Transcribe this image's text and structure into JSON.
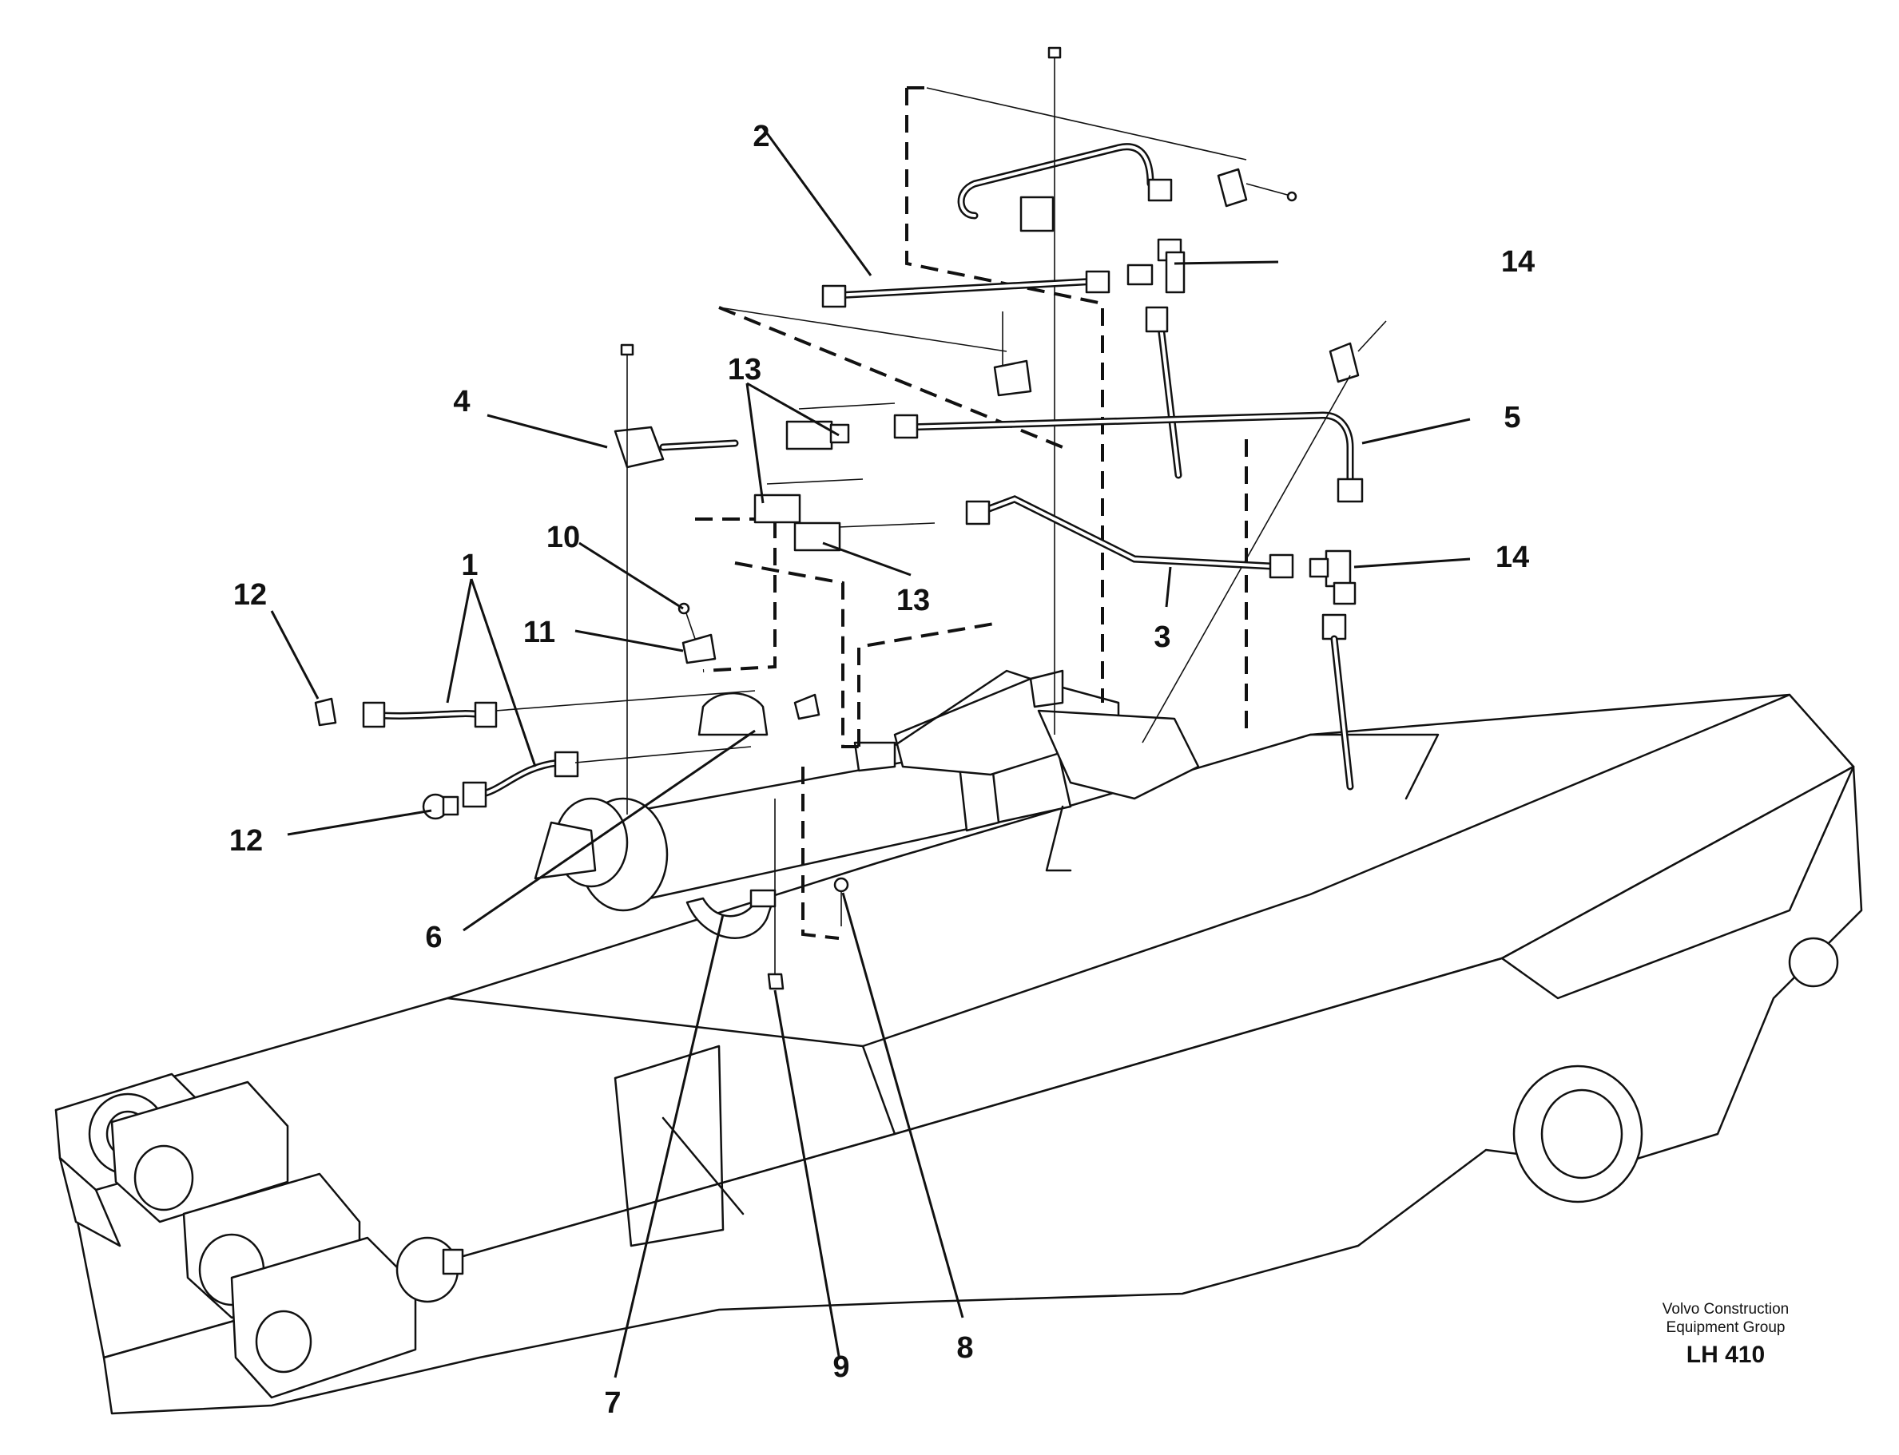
{
  "callouts": [
    {
      "id": "1",
      "label": "1"
    },
    {
      "id": "2",
      "label": "2"
    },
    {
      "id": "3",
      "label": "3"
    },
    {
      "id": "4",
      "label": "4"
    },
    {
      "id": "5",
      "label": "5"
    },
    {
      "id": "6",
      "label": "6"
    },
    {
      "id": "7",
      "label": "7"
    },
    {
      "id": "8",
      "label": "8"
    },
    {
      "id": "9",
      "label": "9"
    },
    {
      "id": "10",
      "label": "10"
    },
    {
      "id": "11",
      "label": "11"
    },
    {
      "id": "12a",
      "label": "12"
    },
    {
      "id": "12b",
      "label": "12"
    },
    {
      "id": "13a",
      "label": "13"
    },
    {
      "id": "13b",
      "label": "13"
    },
    {
      "id": "14a",
      "label": "14"
    },
    {
      "id": "14b",
      "label": "14"
    }
  ],
  "caption": {
    "line1": "Volvo Construction",
    "line2": "Equipment Group",
    "code": "LH 410"
  },
  "colors": {
    "ink": "#111111",
    "paper": "#ffffff"
  }
}
